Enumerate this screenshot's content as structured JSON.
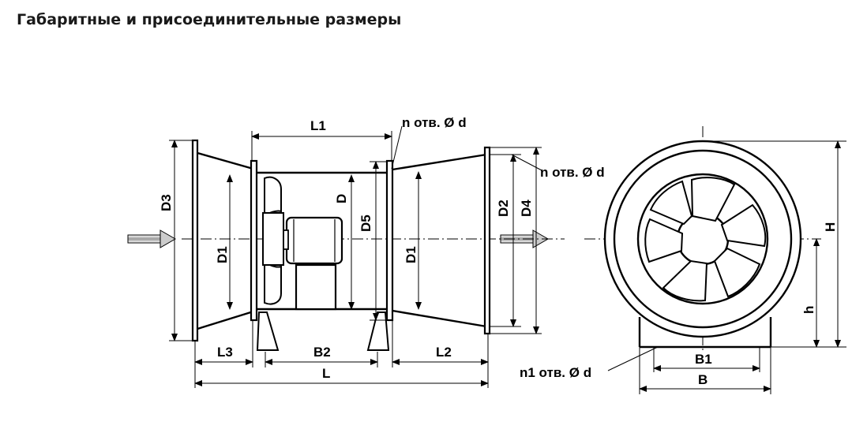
{
  "page": {
    "title": "Габаритные и присоединительные размеры"
  },
  "drawing": {
    "labels": {
      "l1": "L1",
      "l2": "L2",
      "l3": "L3",
      "l": "L",
      "b2": "B2",
      "d": "D",
      "d1_left": "D1",
      "d1_right": "D1",
      "d2": "D2",
      "d3": "D3",
      "d4": "D4",
      "d5": "D5",
      "holes_top": "n отв. Ø d",
      "holes_side": "n отв. Ø d",
      "holes_base": "n1 отв. Ø d",
      "b1": "B1",
      "b": "B",
      "h_total": "H",
      "h_axis": "h"
    }
  }
}
